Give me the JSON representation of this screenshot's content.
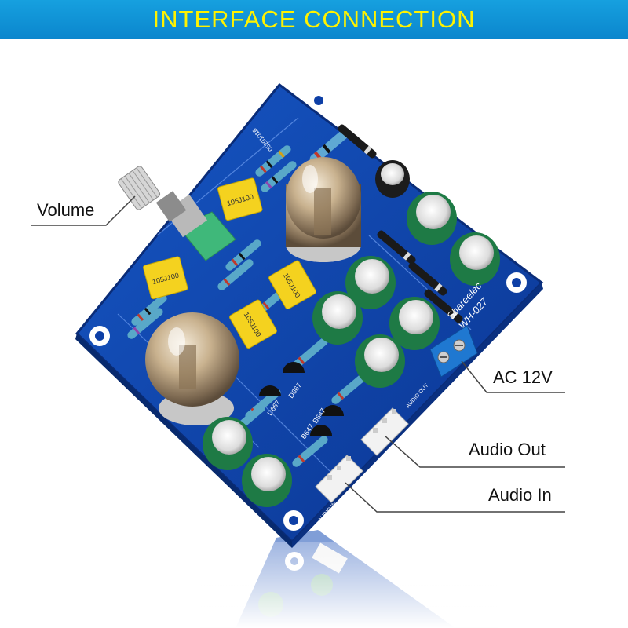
{
  "banner": {
    "title": "INTERFACE CONNECTION",
    "background": "#0f94d6",
    "text_color": "#fff200"
  },
  "board": {
    "color": "#0d3fa6",
    "model_label": "WH-027",
    "brand_label": "Shareelec",
    "date_code": "05201016",
    "transistor_labels": [
      "D667",
      "D667",
      "B647",
      "B647"
    ],
    "film_cap_labels": [
      "105J100",
      "105J100",
      "105J100",
      "105J100"
    ],
    "connector_labels": {
      "audio_in": "AUDIO IN",
      "audio_out": "AUDIO OUT"
    },
    "tube_count": 2,
    "electrolytic_cap_count": 8
  },
  "callouts": [
    {
      "name": "volume",
      "label": "Volume"
    },
    {
      "name": "ac-12v",
      "label": "AC 12V"
    },
    {
      "name": "audio-out",
      "label": "Audio Out"
    },
    {
      "name": "audio-in",
      "label": "Audio In"
    }
  ]
}
